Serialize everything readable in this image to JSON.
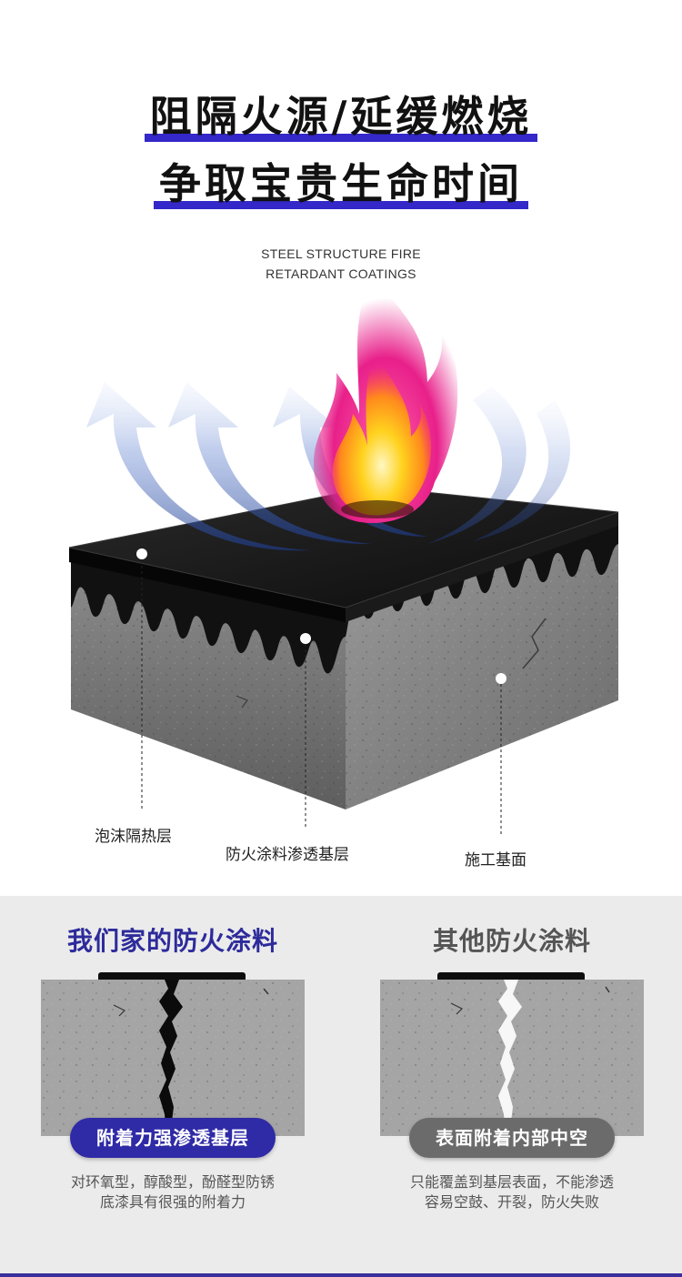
{
  "headline": {
    "line1": "阻隔火源/延缓燃烧",
    "line2": "争取宝贵生命时间"
  },
  "caption_en": {
    "line1": "STEEL STRUCTURE FIRE",
    "line2": "RETARDANT COATINGS"
  },
  "layers": {
    "foam": "泡沫隔热层",
    "penetration": "防火涂料渗透基层",
    "substrate": "施工基面"
  },
  "comparison": {
    "ours": {
      "title": "我们家的防火涂料",
      "badge": "附着力强渗透基层",
      "desc1": "对环氧型，醇酸型，酚醛型防锈",
      "desc2": "底漆具有很强的附着力"
    },
    "others": {
      "title": "其他防火涂料",
      "badge": "表面附着内部中空",
      "desc1": "只能覆盖到基层表面，不能渗透",
      "desc2": "容易空鼓、开裂，防火失败"
    }
  },
  "colors": {
    "accent": "#3428c9",
    "ours_title": "#2d2b9b",
    "others_title": "#555555"
  }
}
